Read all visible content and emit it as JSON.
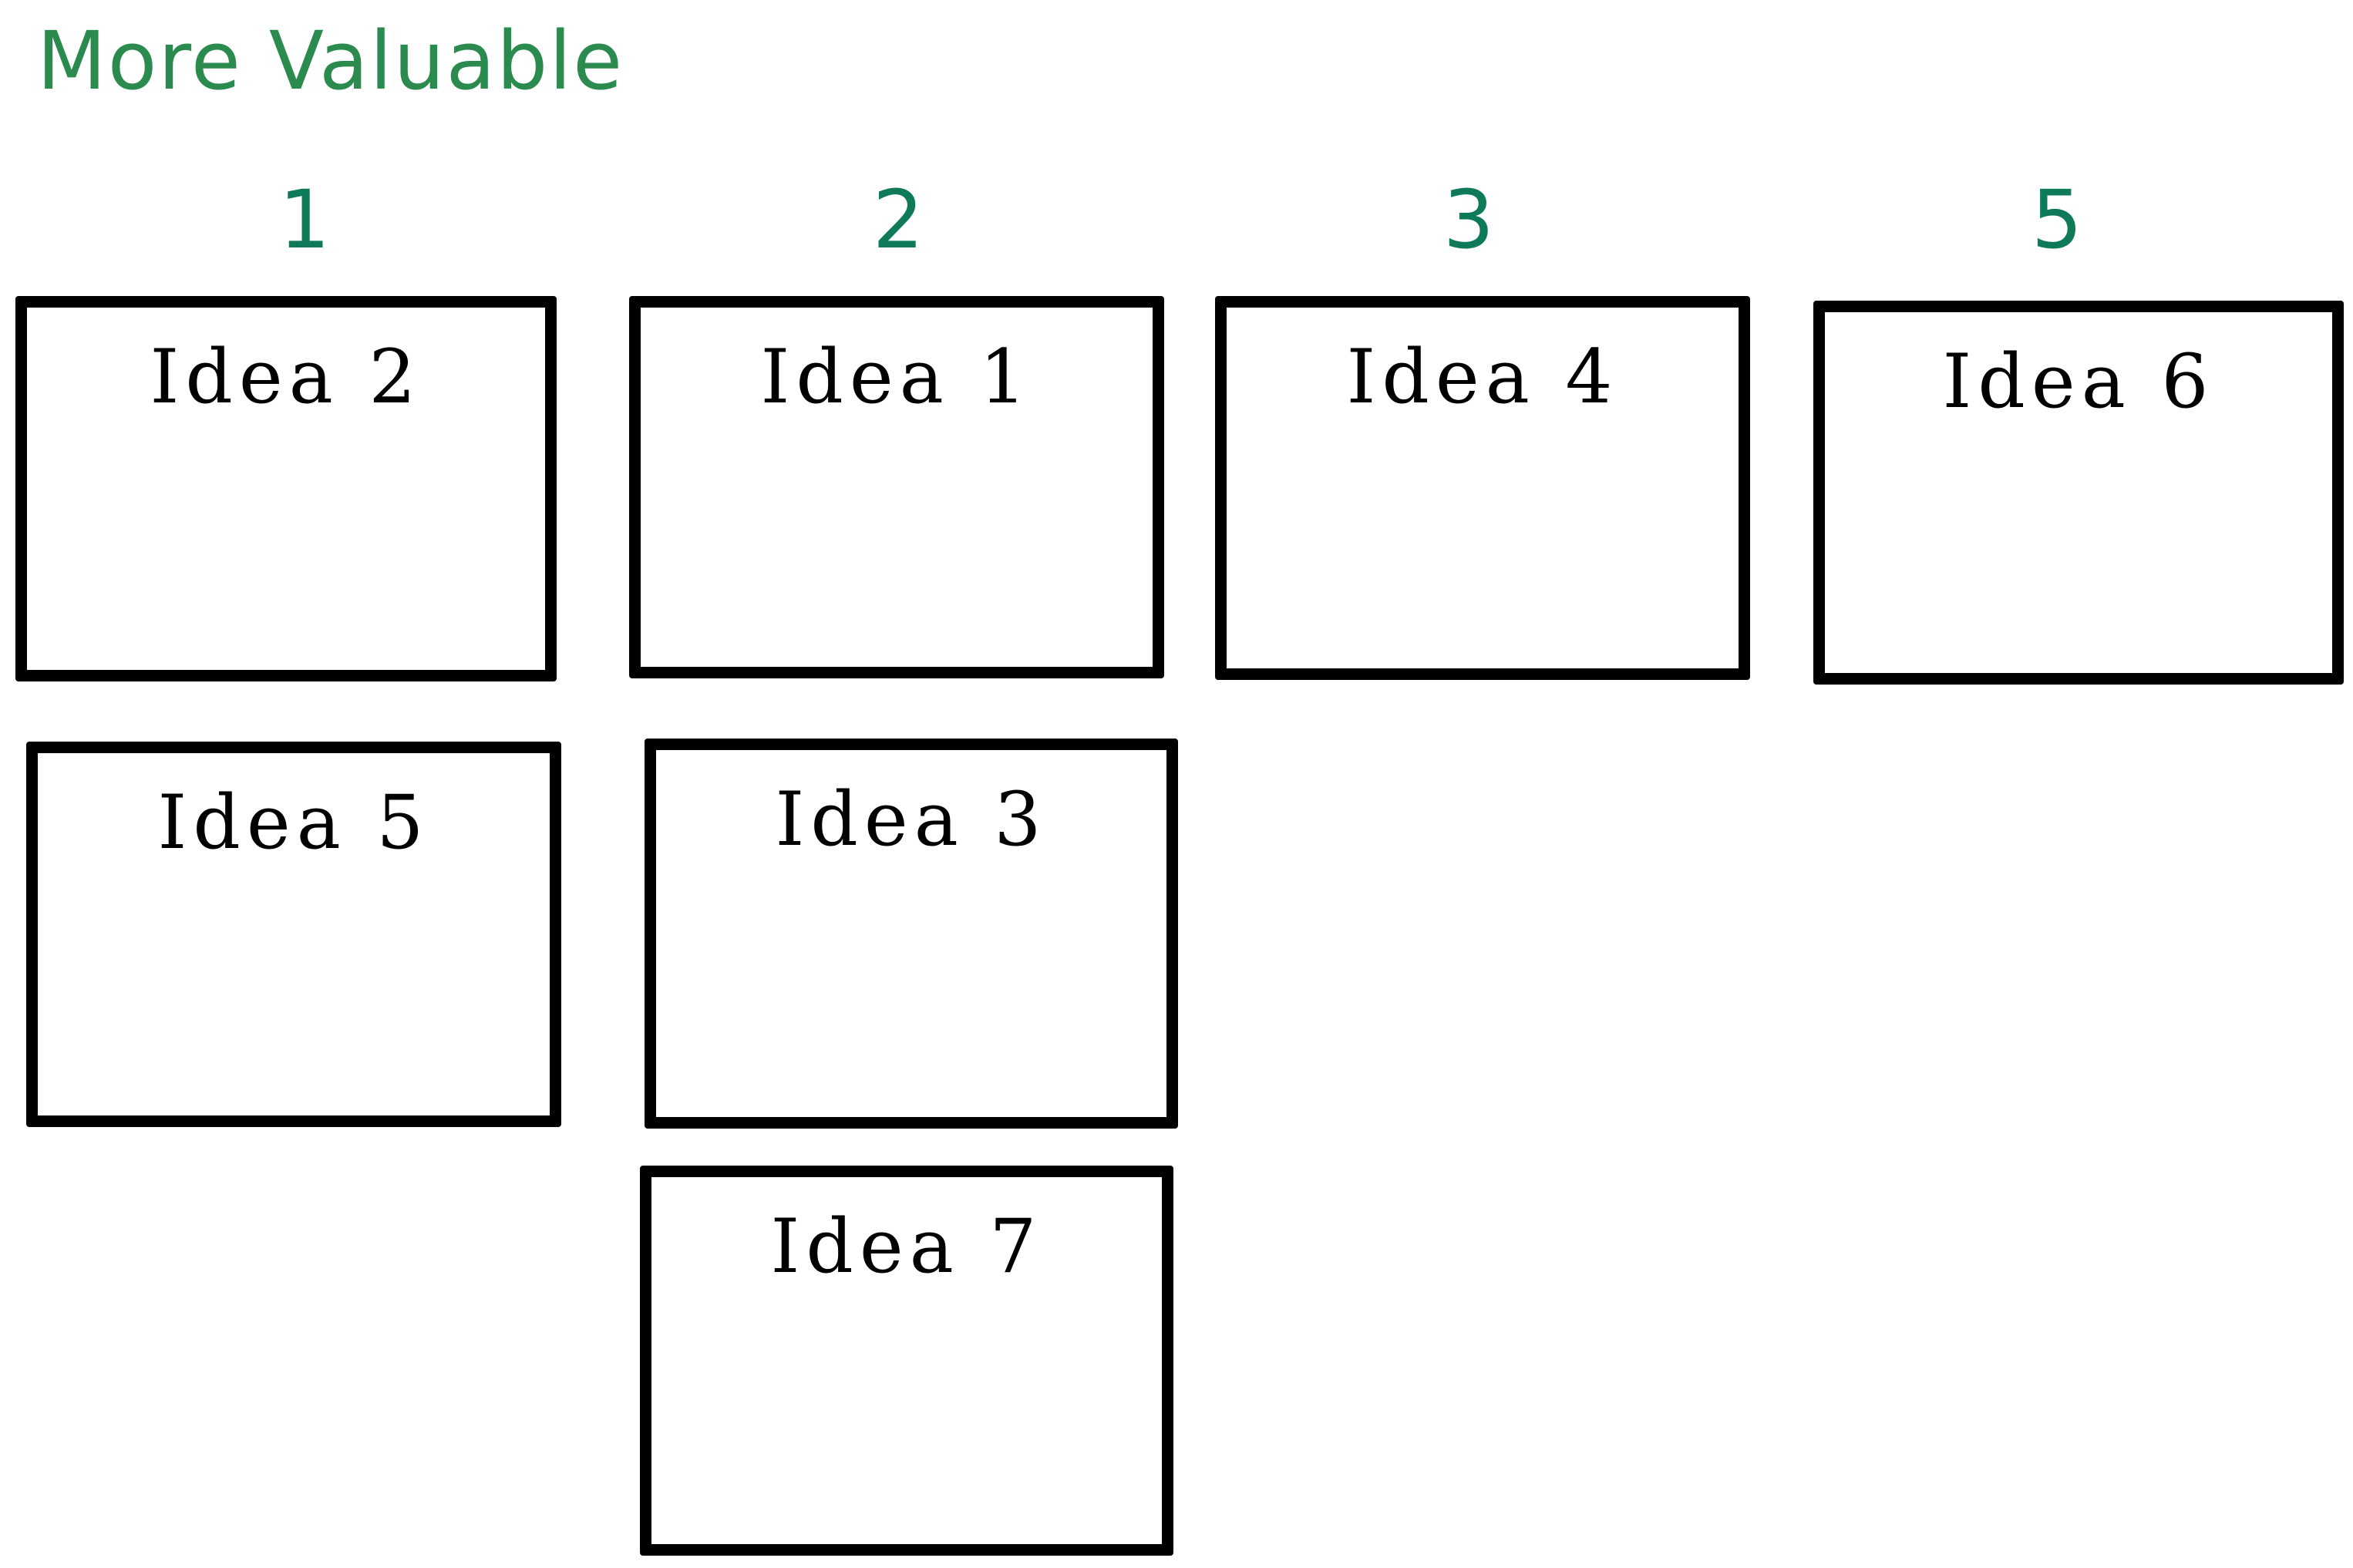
{
  "title": "More Valuable",
  "colors": {
    "title": "#2b8a4e",
    "column_label": "#0f7a5a",
    "card_border": "#000000",
    "card_text": "#000000"
  },
  "columns": [
    {
      "label": "1",
      "cards": [
        "Idea 2",
        "Idea 5"
      ]
    },
    {
      "label": "2",
      "cards": [
        "Idea 1",
        "Idea 3",
        "Idea 7"
      ]
    },
    {
      "label": "3",
      "cards": [
        "Idea 4"
      ]
    },
    {
      "label": "5",
      "cards": [
        "Idea 6"
      ]
    }
  ]
}
